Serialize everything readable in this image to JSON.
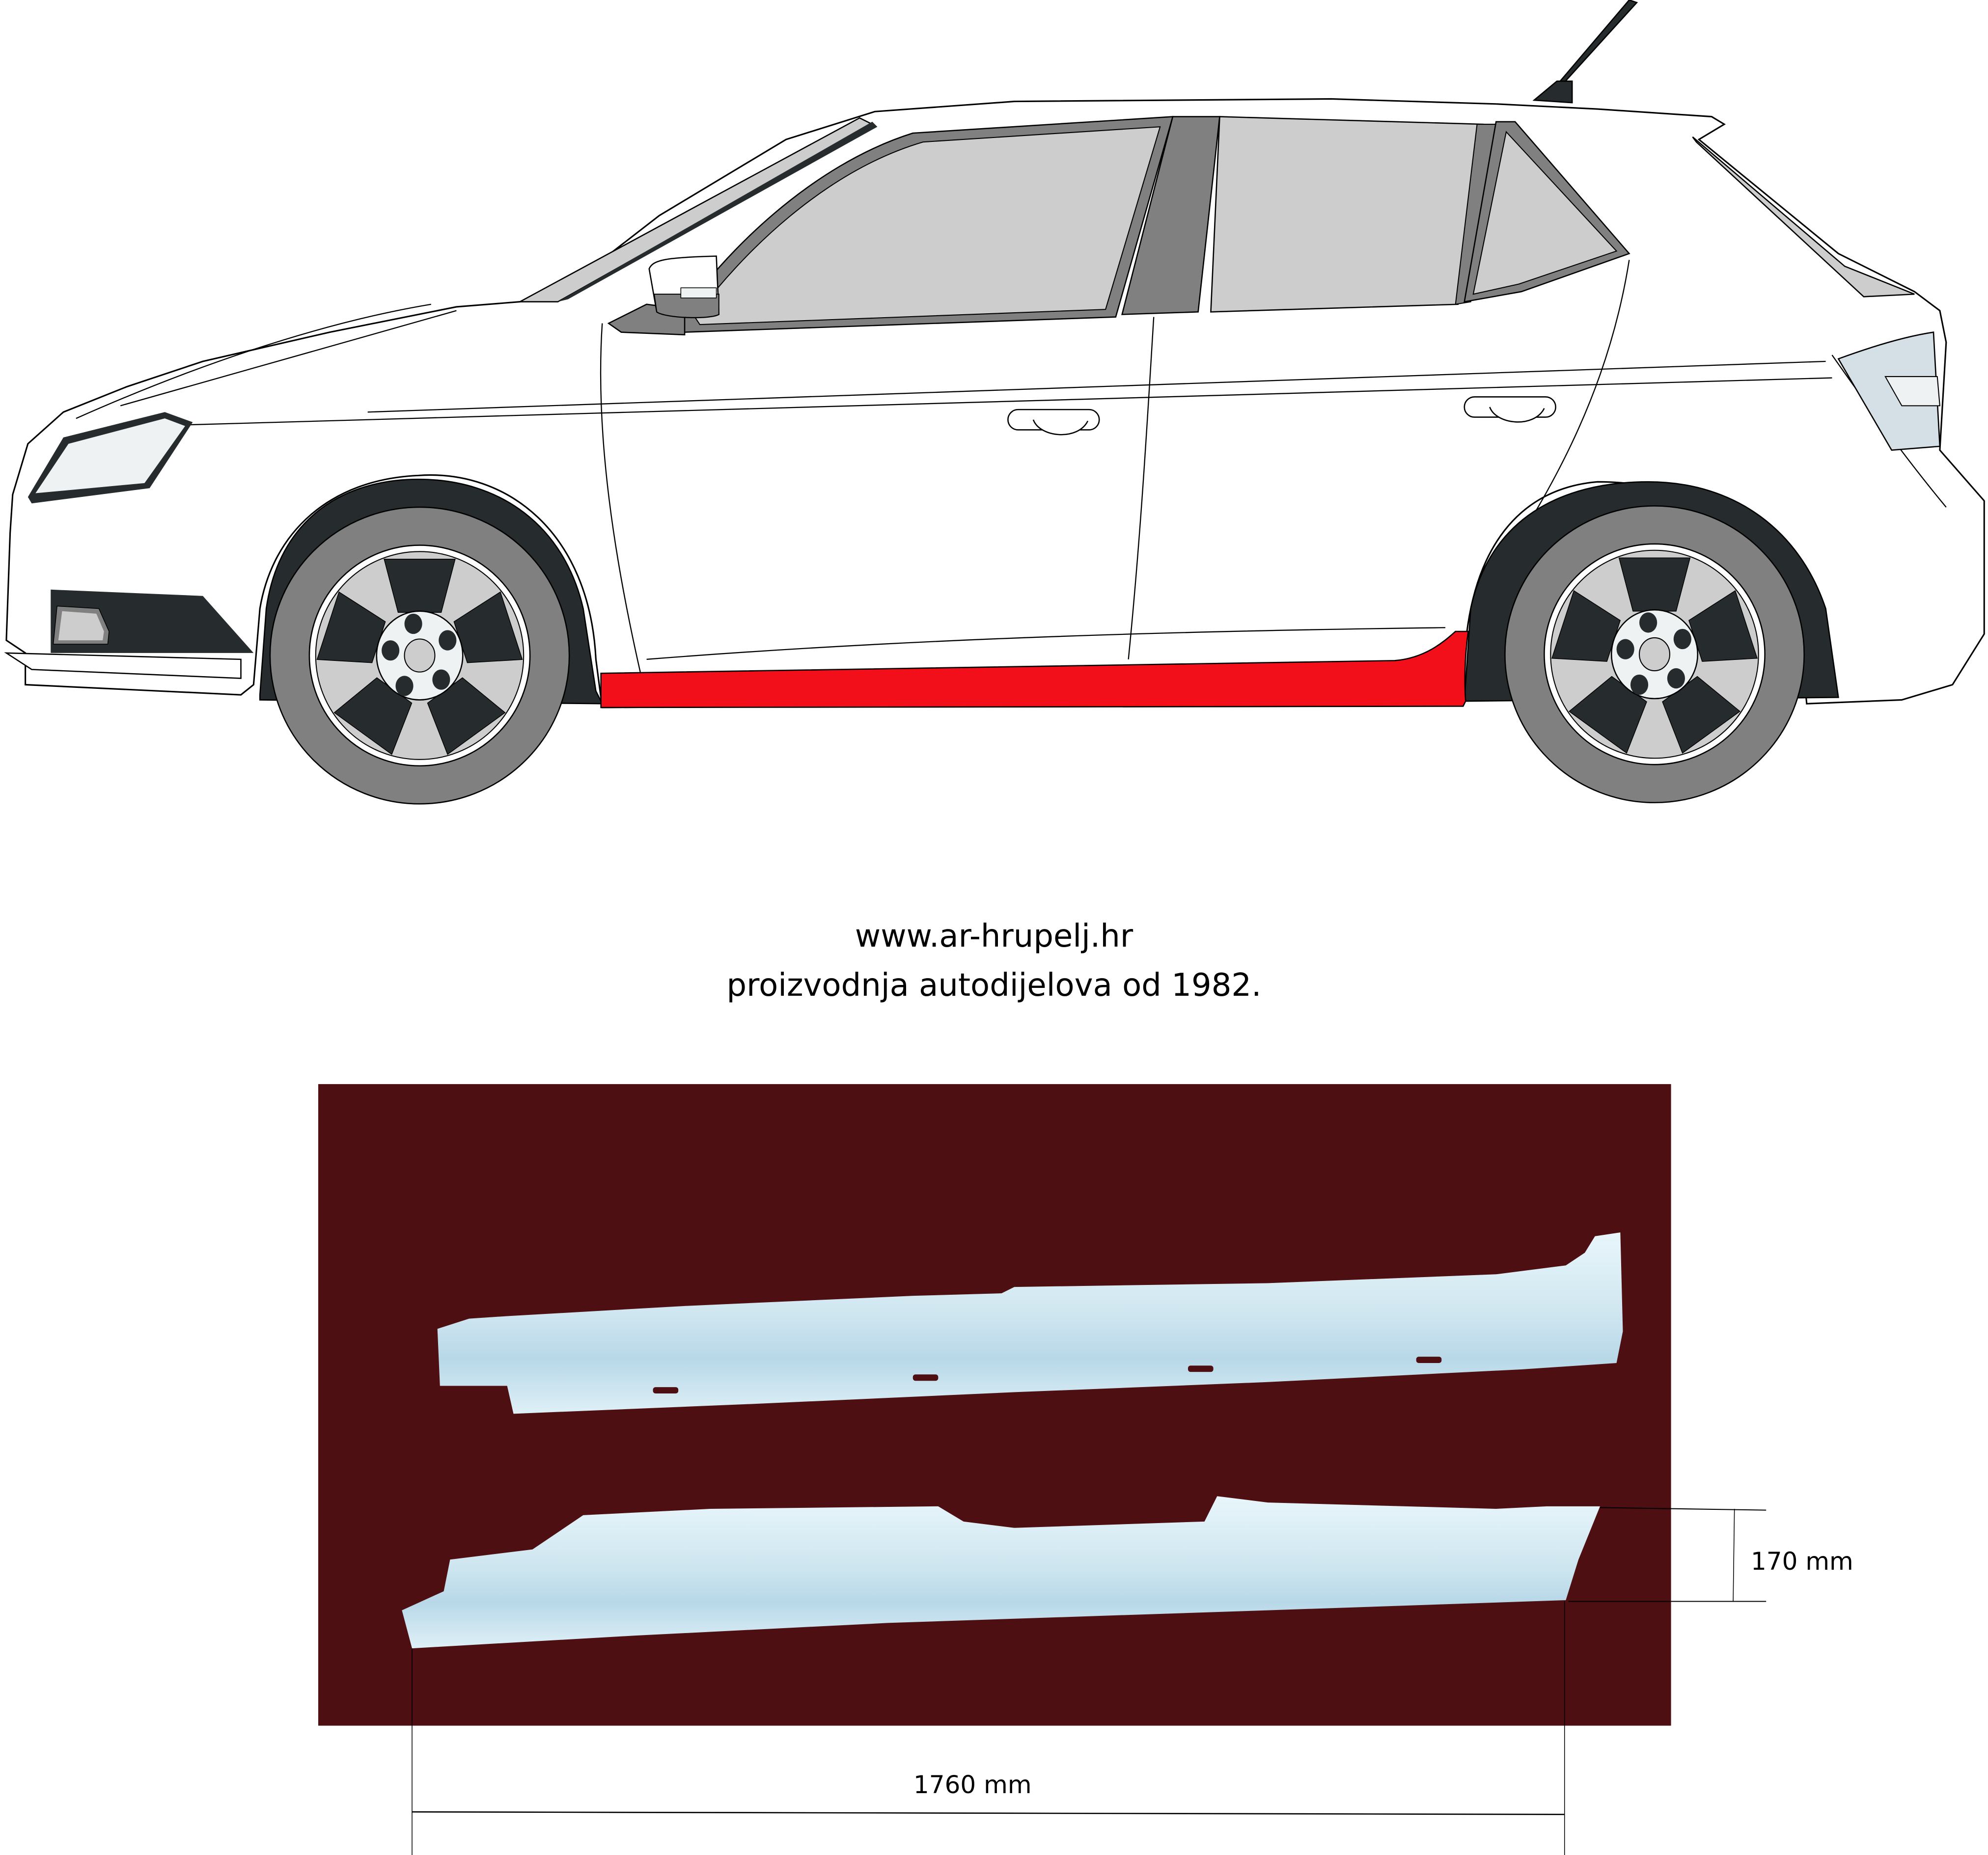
{
  "caption": {
    "website": "www.ar-hrupelj.hr",
    "tagline": "proizvodnja autodijelova od 1982."
  },
  "diagram": {
    "subject": "hatchback car side view (left side)",
    "highlighted_part": "rocker panel / sill",
    "highlight_color": "#f30f19",
    "body_color": "#ffffff",
    "glass_color": "#cdcdcd",
    "trim_color": "#808080",
    "dark_color": "#262c2e",
    "headlight_color": "#eef2f2",
    "taillight_color": "#d4e0e6"
  },
  "product_photo": {
    "background_color": "#4e0f12",
    "part_color": "#cfe6f0",
    "parts": [
      "outer sill panel",
      "inner sill panel"
    ]
  },
  "dimensions": {
    "length_label": "1760 mm",
    "height_label": "170 mm"
  }
}
